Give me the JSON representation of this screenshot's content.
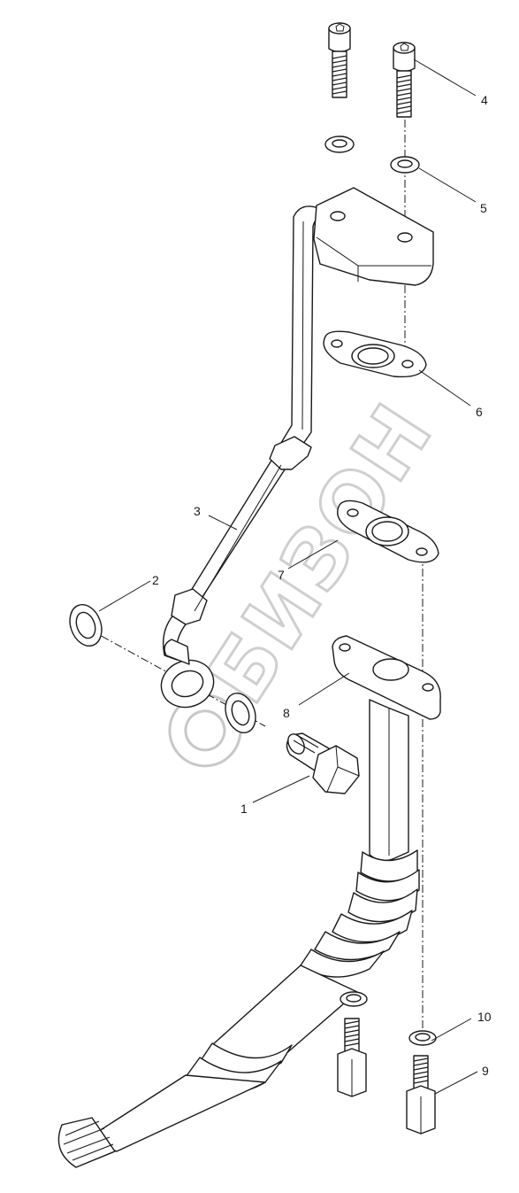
{
  "diagram": {
    "watermark_text": "БИЗОН",
    "callouts": [
      {
        "id": "1",
        "label": "1"
      },
      {
        "id": "2",
        "label": "2"
      },
      {
        "id": "3",
        "label": "3"
      },
      {
        "id": "4",
        "label": "4"
      },
      {
        "id": "5",
        "label": "5"
      },
      {
        "id": "6",
        "label": "6"
      },
      {
        "id": "7",
        "label": "7"
      },
      {
        "id": "8",
        "label": "8"
      },
      {
        "id": "9",
        "label": "9"
      },
      {
        "id": "10",
        "label": "10"
      }
    ]
  }
}
